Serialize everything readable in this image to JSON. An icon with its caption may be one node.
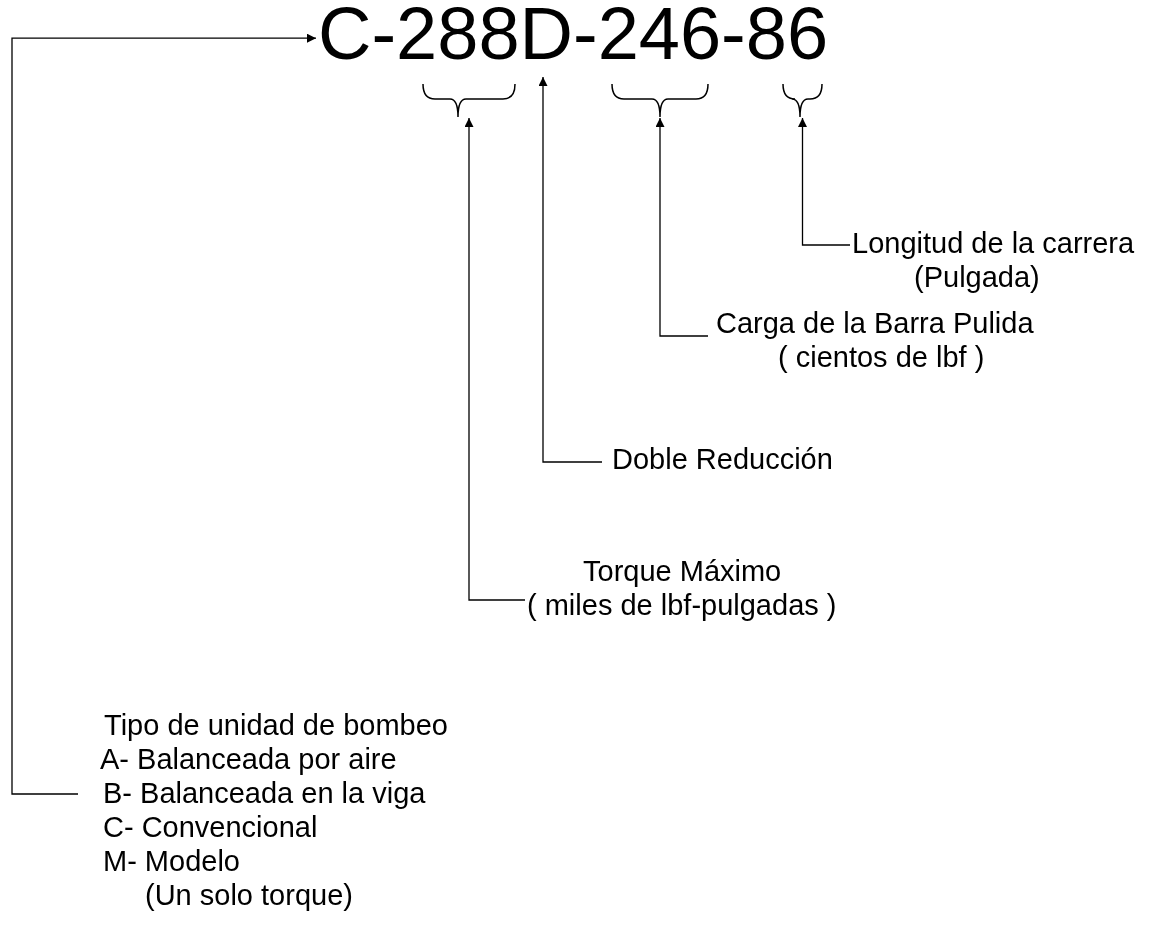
{
  "diagram": {
    "nodes": [
      {
        "text": [
          "C-288D-246-86"
        ]
      },
      {
        "text": [],
        "shape": "bracket"
      },
      {
        "text": [],
        "shape": "bracket"
      },
      {
        "text": [],
        "shape": "bracket"
      },
      {
        "text": [
          "Longitud de la carrera",
          "(Pulgada)"
        ]
      },
      {
        "text": [
          "Carga de la Barra Pulida",
          "( cientos de lbf )"
        ]
      },
      {
        "text": [
          "Doble Reducción"
        ]
      },
      {
        "text": [
          "Torque Máximo",
          "( miles de lbf-pulgadas )"
        ]
      },
      {
        "text": [
          "Tipo de unidad de bombeo",
          "A- Balanceada por aire",
          "B- Balanceada en la viga",
          "C- Convencional",
          "M- Modelo",
          "(Un solo torque)"
        ]
      }
    ],
    "edges": [
      {
        "from": 4,
        "to": 3,
        "arrow": "to"
      },
      {
        "from": 5,
        "to": 2,
        "arrow": "to"
      },
      {
        "from": 6,
        "to": 0,
        "arrow": "to"
      },
      {
        "from": 7,
        "to": 1,
        "arrow": "to"
      },
      {
        "from": 8,
        "to": 0,
        "arrow": "to"
      }
    ]
  }
}
